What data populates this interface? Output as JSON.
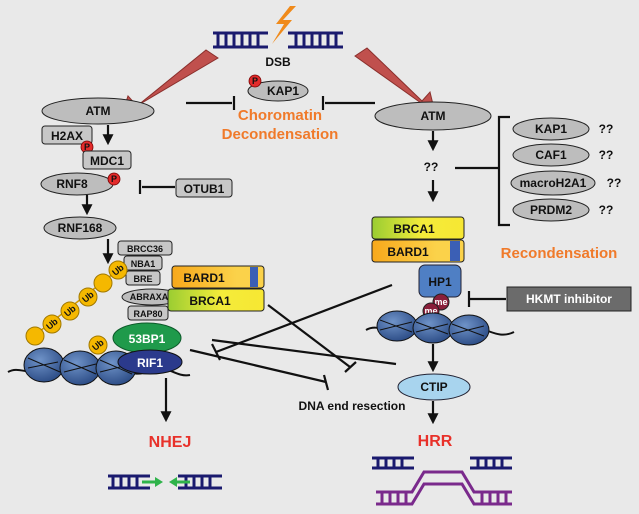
{
  "top": {
    "dsb": "DSB"
  },
  "kap1_center": "KAP1",
  "chromatin_decondensation": {
    "line1": "Choromatin",
    "line2": "Decondensation"
  },
  "left": {
    "atm": "ATM",
    "h2ax": "H2AX",
    "mdc1": "MDC1",
    "rnf8": "RNF8",
    "otub1": "OTUB1",
    "rnf168": "RNF168",
    "brcc36": "BRCC36",
    "nba1": "NBA1",
    "bre": "BRE",
    "abraxas": "ABRAXAS",
    "rap80": "RAP80",
    "bard1": "BARD1",
    "brca1": "BRCA1",
    "bp53": "53BP1",
    "rif1": "RIF1",
    "nhej": "NHEJ",
    "ub": "Ub",
    "p": "P"
  },
  "middle": {
    "dna_end_resection": "DNA end resection"
  },
  "right": {
    "atm": "ATM",
    "qq": "??",
    "candidates": [
      {
        "name": "KAP1",
        "q": "??"
      },
      {
        "name": "CAF1",
        "q": "??"
      },
      {
        "name": "macroH2A1",
        "q": "??"
      },
      {
        "name": "PRDM2",
        "q": "??"
      }
    ],
    "brca1": "BRCA1",
    "bard1": "BARD1",
    "recondensation": "Recondensation",
    "hp1": "HP1",
    "me": "me",
    "hkmt_inhibitor": "HKMT inhibitor",
    "ctip": "CTIP",
    "hrr": "HRR"
  },
  "colors": {
    "orange_label": "#f07a2a",
    "red_label": "#e8312a",
    "arrow_red": "#c0504d",
    "ub_yellow": "#f5b800",
    "bp53_green": "#1f9a4b",
    "rif1_navy": "#2b3a8c",
    "hp1_blue": "#4f7fc4",
    "ctip_lightblue": "#a8d4ee",
    "dna_navy": "#1a1a6e",
    "dna_purple": "#7a2a8c"
  }
}
